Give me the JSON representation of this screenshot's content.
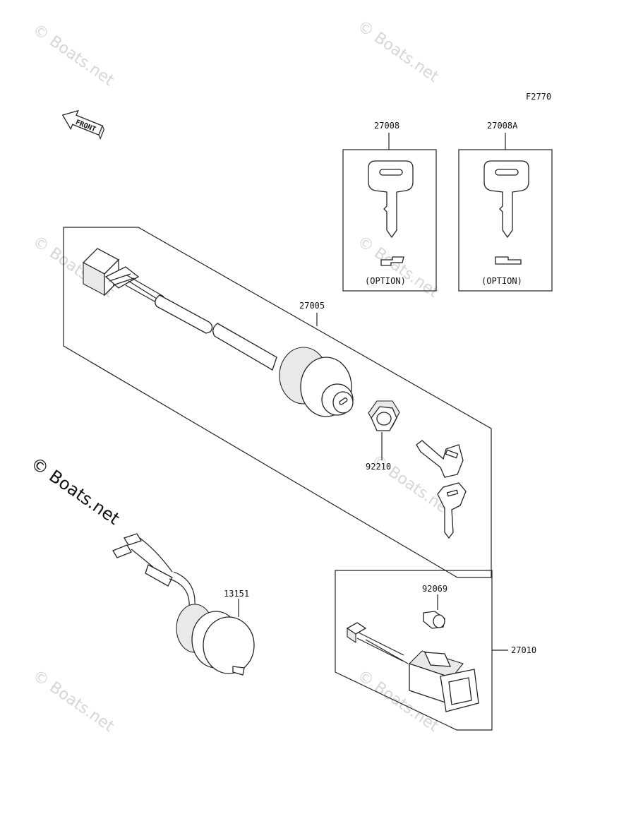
{
  "figure_code": "F2770",
  "front_arrow_label": "FRONT",
  "watermark_text": "© Boats.net",
  "option_label": "(OPTION)",
  "parts": [
    {
      "id": "p27008",
      "number": "27008",
      "icon": "key-blank-icon"
    },
    {
      "id": "p27008a",
      "number": "27008A",
      "icon": "key-blank-icon"
    },
    {
      "id": "p27005",
      "number": "27005",
      "icon": "ignition-switch-icon"
    },
    {
      "id": "p92210",
      "number": "92210",
      "icon": "nut-icon"
    },
    {
      "id": "p13151",
      "number": "13151",
      "icon": "lamp-socket-icon"
    },
    {
      "id": "p92069",
      "number": "92069",
      "icon": "bulb-icon"
    },
    {
      "id": "p27010",
      "number": "27010",
      "icon": "rocker-switch-icon"
    }
  ]
}
